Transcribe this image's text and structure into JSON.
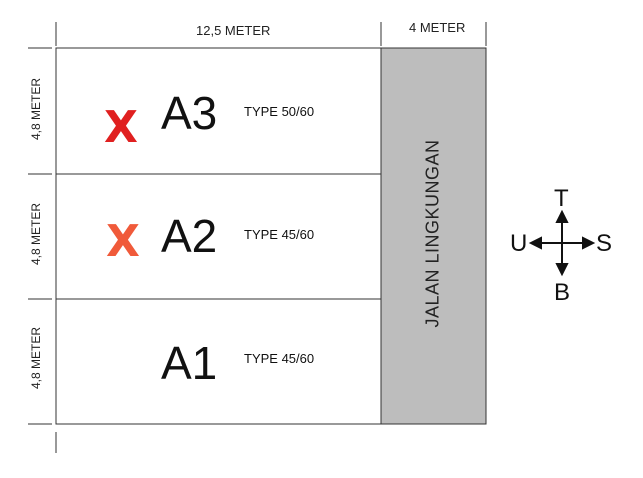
{
  "dimensions": {
    "lot_width": "12,5 METER",
    "road_width": "4 METER",
    "lot_depth_top": "4,8 METER",
    "lot_depth_middle": "4,8 METER",
    "lot_depth_bottom": "4,8 METER"
  },
  "lots": [
    {
      "label": "A3",
      "type": "TYPE 50/60",
      "mark": "X",
      "mark_color": "#e02020"
    },
    {
      "label": "A2",
      "type": "TYPE 45/60",
      "mark": "X",
      "mark_color": "#f05a3a"
    },
    {
      "label": "A1",
      "type": "TYPE 45/60",
      "mark": "",
      "arrow_color": "#f59a1a"
    }
  ],
  "road": {
    "label": "JALAN LINGKUNGAN",
    "color": "#bdbdbd"
  },
  "compass": {
    "north": "T",
    "south": "B",
    "west": "U",
    "east": "S"
  }
}
